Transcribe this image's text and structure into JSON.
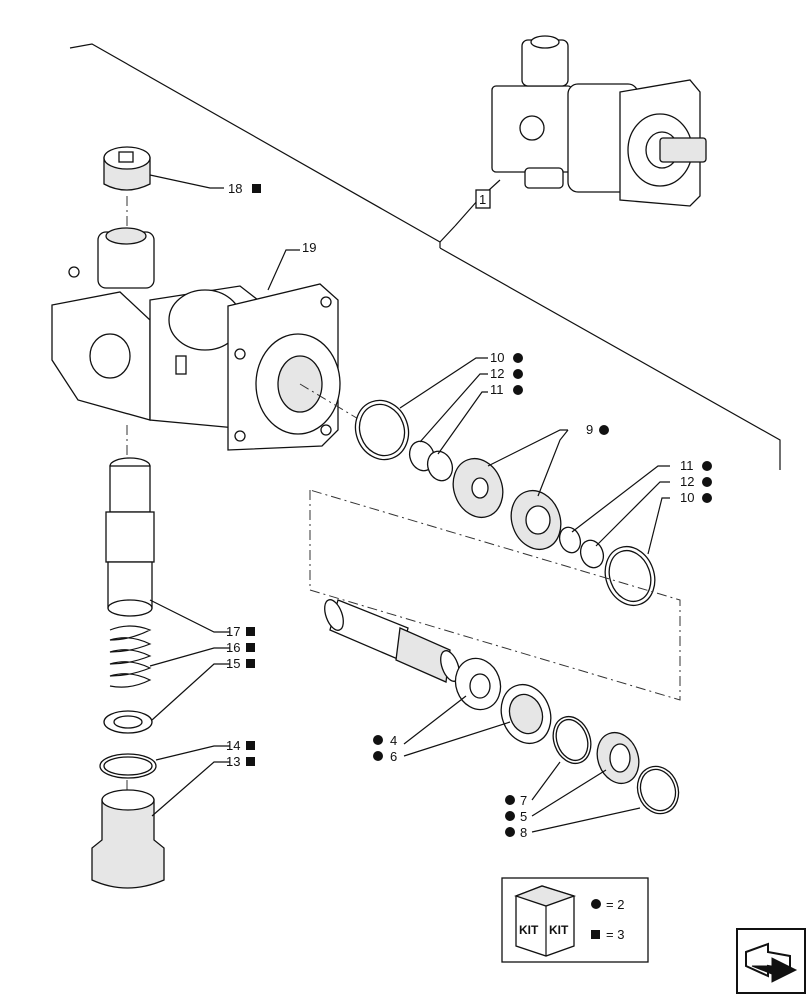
{
  "callouts": [
    {
      "id": "c1",
      "label": "1",
      "boxed": true,
      "marker": ""
    },
    {
      "id": "c18",
      "label": "18",
      "marker": "square"
    },
    {
      "id": "c19",
      "label": "19",
      "marker": ""
    },
    {
      "id": "c10a",
      "label": "10",
      "marker": "circle"
    },
    {
      "id": "c12a",
      "label": "12",
      "marker": "circle"
    },
    {
      "id": "c11a",
      "label": "11",
      "marker": "circle"
    },
    {
      "id": "c9",
      "label": "9",
      "marker": "circle"
    },
    {
      "id": "c11b",
      "label": "11",
      "marker": "circle"
    },
    {
      "id": "c12b",
      "label": "12",
      "marker": "circle"
    },
    {
      "id": "c10b",
      "label": "10",
      "marker": "circle"
    },
    {
      "id": "c17",
      "label": "17",
      "marker": "square"
    },
    {
      "id": "c16",
      "label": "16",
      "marker": "square"
    },
    {
      "id": "c15",
      "label": "15",
      "marker": "square"
    },
    {
      "id": "c14",
      "label": "14",
      "marker": "square"
    },
    {
      "id": "c13",
      "label": "13",
      "marker": "square"
    },
    {
      "id": "c4",
      "label": "4",
      "marker": "circle"
    },
    {
      "id": "c6",
      "label": "6",
      "marker": "circle"
    },
    {
      "id": "c7",
      "label": "7",
      "marker": "circle"
    },
    {
      "id": "c5",
      "label": "5",
      "marker": "circle"
    },
    {
      "id": "c8",
      "label": "8",
      "marker": "circle"
    }
  ],
  "legend": {
    "kit_label": "KIT",
    "circle_text": "= 2",
    "square_text": "= 3"
  },
  "icons": {
    "nav": "arrow-next-icon"
  }
}
